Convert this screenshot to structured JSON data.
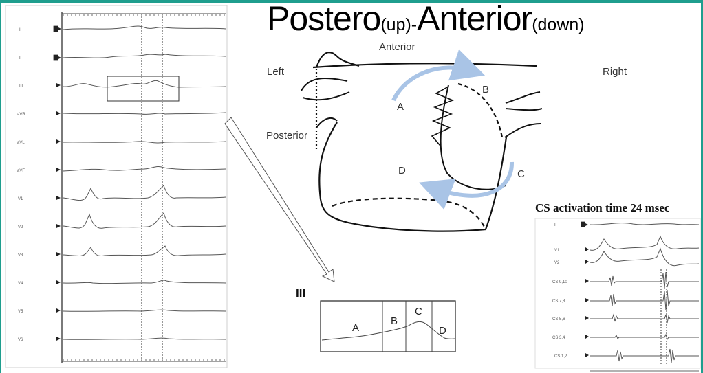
{
  "title": {
    "main1": "Postero",
    "sub1": "(up)",
    "sep": "-",
    "main2": "Anterior",
    "sub2": "(down)"
  },
  "ecg12": {
    "leads": [
      "I",
      "II",
      "III",
      "aVR",
      "aVL",
      "aVF",
      "V1",
      "V2",
      "V3",
      "V4",
      "V5",
      "V6"
    ]
  },
  "heart": {
    "anterior": "Anterior",
    "left": "Left",
    "right": "Right",
    "posterior": "Posterior",
    "region_a": "A",
    "region_b": "B",
    "region_c": "C",
    "region_d": "D"
  },
  "zoom": {
    "lead": "III",
    "segments": [
      "A",
      "B",
      "C",
      "D"
    ]
  },
  "cs": {
    "title": "CS activation time 24 msec",
    "leads": [
      "II",
      "V1",
      "V2",
      "CS 9,10",
      "CS 7,8",
      "CS 5,6",
      "CS 3,4",
      "CS 1,2"
    ]
  },
  "colors": {
    "frame": "#1f9e8e",
    "arrow": "#a9c4e6"
  }
}
